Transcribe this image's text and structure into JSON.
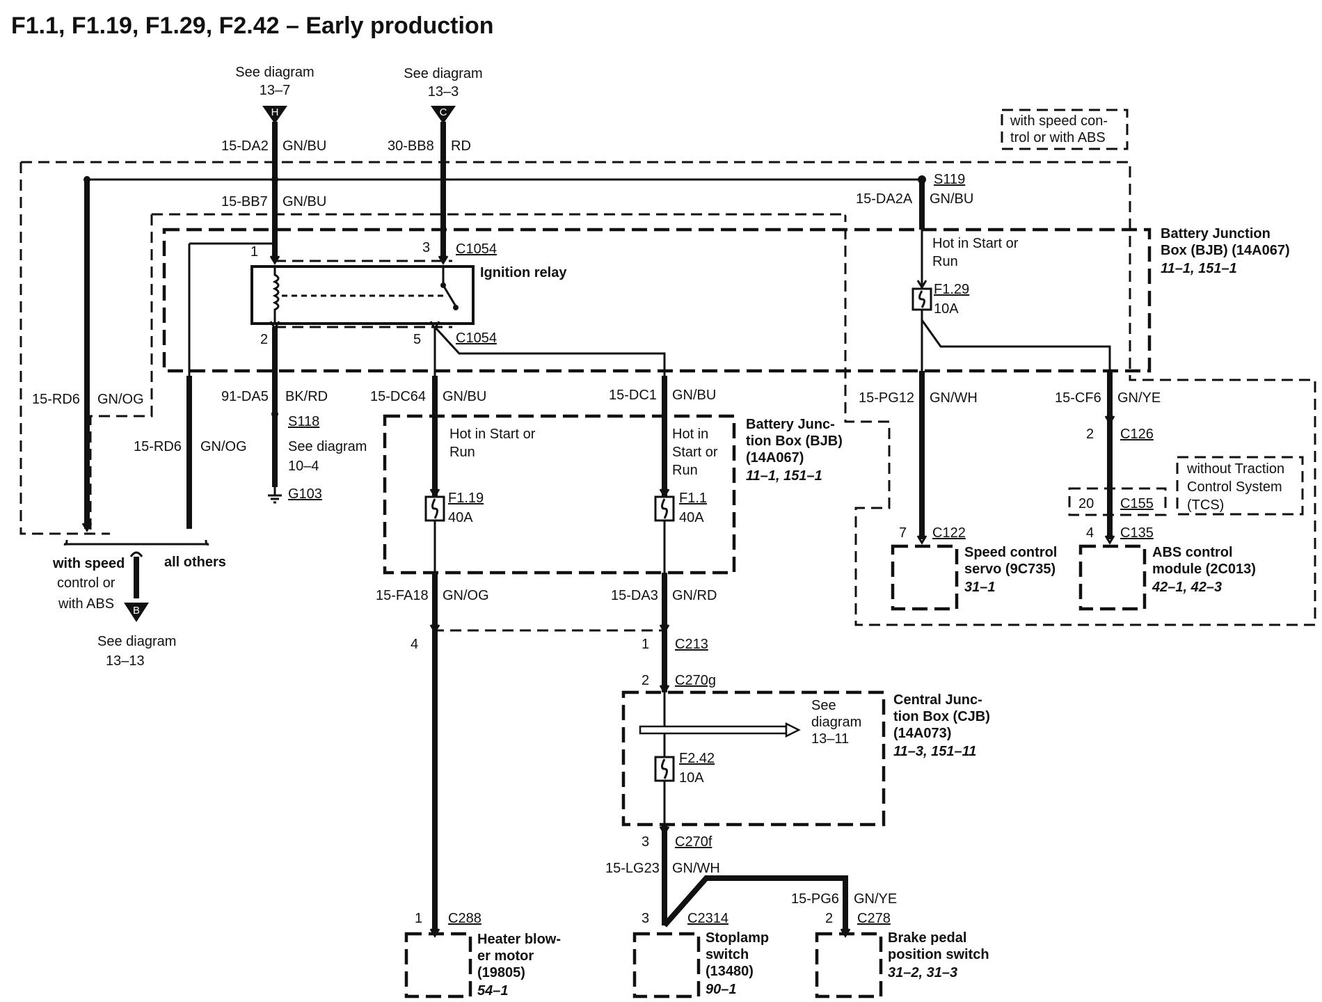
{
  "title": "F1.1, F1.19, F1.29, F2.42 – Early production",
  "refs": {
    "h_top": {
      "see": "See diagram",
      "num": "13–7",
      "letter": "H"
    },
    "c_top": {
      "see": "See diagram",
      "num": "13–3",
      "letter": "C"
    },
    "b_bottom": {
      "see": "See diagram",
      "num": "13–13",
      "letter": "B"
    },
    "s118_see": "See diagram",
    "s118_num": "10–4",
    "cjb_see": "See",
    "cjb_diagram": "diagram",
    "cjb_num": "13–11"
  },
  "wires": {
    "w_15da2": "15-DA2",
    "w_15da2_color": "GN/BU",
    "w_30bb8": "30-BB8",
    "w_30bb8_color": "RD",
    "w_15bb7": "15-BB7",
    "w_15bb7_color": "GN/BU",
    "w_15da2a": "15-DA2A",
    "w_15da2a_color": "GN/BU",
    "w_15rd6a": "15-RD6",
    "w_15rd6a_color": "GN/OG",
    "w_15rd6b": "15-RD6",
    "w_15rd6b_color": "GN/OG",
    "w_91da5": "91-DA5",
    "w_91da5_color": "BK/RD",
    "w_15dc64": "15-DC64",
    "w_15dc64_color": "GN/BU",
    "w_15dc1": "15-DC1",
    "w_15dc1_color": "GN/BU",
    "w_15pg12": "15-PG12",
    "w_15pg12_color": "GN/WH",
    "w_15cf6": "15-CF6",
    "w_15cf6_color": "GN/YE",
    "w_15fa18": "15-FA18",
    "w_15fa18_color": "GN/OG",
    "w_15da3": "15-DA3",
    "w_15da3_color": "GN/RD",
    "w_15lg23": "15-LG23",
    "w_15lg23_color": "GN/WH",
    "w_15pg6": "15-PG6",
    "w_15pg6_color": "GN/YE"
  },
  "splices": {
    "s119": "S119",
    "s118": "S118",
    "g103": "G103"
  },
  "connectors": {
    "c1054_top": "C1054",
    "c1054_bot": "C1054",
    "pin1": "1",
    "pin3": "3",
    "pin2": "2",
    "pin5": "5",
    "c126": "C126",
    "c126_pin": "2",
    "c155": "C155",
    "c155_pin": "20",
    "c135": "C135",
    "c135_pin": "4",
    "c122": "C122",
    "c122_pin": "7",
    "c213": "C213",
    "c213_pin": "1",
    "fa18_pin": "4",
    "c270g": "C270g",
    "c270g_pin": "2",
    "c270f": "C270f",
    "c270f_pin": "3",
    "c288": "C288",
    "c288_pin": "1",
    "c2314": "C2314",
    "c2314_pin": "3",
    "c278": "C278",
    "c278_pin": "2"
  },
  "components": {
    "ignition_relay": "Ignition relay",
    "bjb_right": {
      "l1": "Battery Junction",
      "l2": "Box (BJB) (14A067)",
      "l3": "11–1, 151–1"
    },
    "bjb_mid": {
      "l1": "Battery Junc-",
      "l2": "tion Box (BJB)",
      "l3": "(14A067)",
      "l4": "11–1, 151–1"
    },
    "cjb": {
      "l1": "Central Junc-",
      "l2": "tion Box (CJB)",
      "l3": "(14A073)",
      "l4": "11–3, 151–11"
    },
    "speed_servo": {
      "l1": "Speed control",
      "l2": "servo (9C735)",
      "l3": "31–1"
    },
    "abs_module": {
      "l1": "ABS control",
      "l2": "module (2C013)",
      "l3": "42–1, 42–3"
    },
    "heater_motor": {
      "l1": "Heater blow-",
      "l2": "er motor",
      "l3": "(19805)",
      "l4": "54–1"
    },
    "stoplamp": {
      "l1": "Stoplamp",
      "l2": "switch",
      "l3": "(13480)",
      "l4": "90–1"
    },
    "brake_pedal": {
      "l1": "Brake pedal",
      "l2": "position switch",
      "l3": "31–2, 31–3"
    }
  },
  "fuses": {
    "f129": {
      "name": "F1.29",
      "rating": "10A"
    },
    "f119": {
      "name": "F1.19",
      "rating": "40A"
    },
    "f11": {
      "name": "F1.1",
      "rating": "40A"
    },
    "f242": {
      "name": "F2.42",
      "rating": "10A"
    }
  },
  "notes": {
    "speed_abs_box": {
      "l1": "with speed con-",
      "l2": "trol or with ABS"
    },
    "hot_run_right": {
      "l1": "Hot in Start or",
      "l2": "Run"
    },
    "hot_run_mid_left": {
      "l1": "Hot in Start or",
      "l2": "Run"
    },
    "hot_run_mid_right": {
      "l1": "Hot in",
      "l2": "Start or",
      "l3": "Run"
    },
    "tcs": {
      "l1": "without Traction",
      "l2": "Control System",
      "l3": "(TCS)"
    },
    "with_speed": {
      "l1": "with speed",
      "l2": "control or",
      "l3": "with ABS"
    },
    "all_others": "all others"
  }
}
